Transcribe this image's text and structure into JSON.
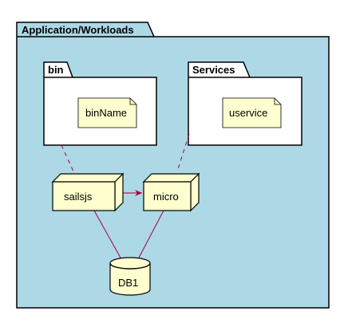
{
  "packages": {
    "outer": {
      "title": "Application/Workloads",
      "fill": "#add8e6"
    },
    "bin": {
      "title": "bin",
      "note": "binName"
    },
    "services": {
      "title": "Services",
      "note": "uservice"
    }
  },
  "nodes": {
    "sailsjs": "sailsjs",
    "micro": "micro",
    "db": "DB1"
  },
  "colors": {
    "node_fill": "#fefece",
    "note_fill": "#fbfb77",
    "border": "#000000",
    "edge": "#a80036"
  }
}
